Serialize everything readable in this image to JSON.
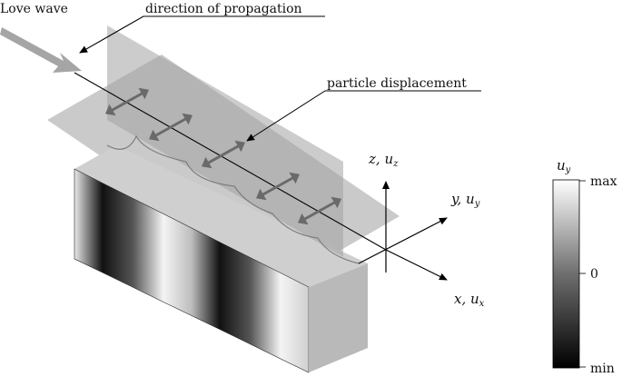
{
  "labels": {
    "title": "Love wave",
    "direction": "direction of propagation",
    "particle": "particle displacement"
  },
  "axes": {
    "z": {
      "main": "z, u",
      "sub": "z"
    },
    "y": {
      "main": "y, u",
      "sub": "y"
    },
    "x": {
      "main": "x, u",
      "sub": "x"
    }
  },
  "colorbar": {
    "title_main": "u",
    "title_sub": "y",
    "max": "max",
    "zero": "0",
    "min": "min"
  },
  "colors": {
    "plane": "#9a9a9a",
    "arrow": "#6a6a6a",
    "line": "#000000"
  }
}
